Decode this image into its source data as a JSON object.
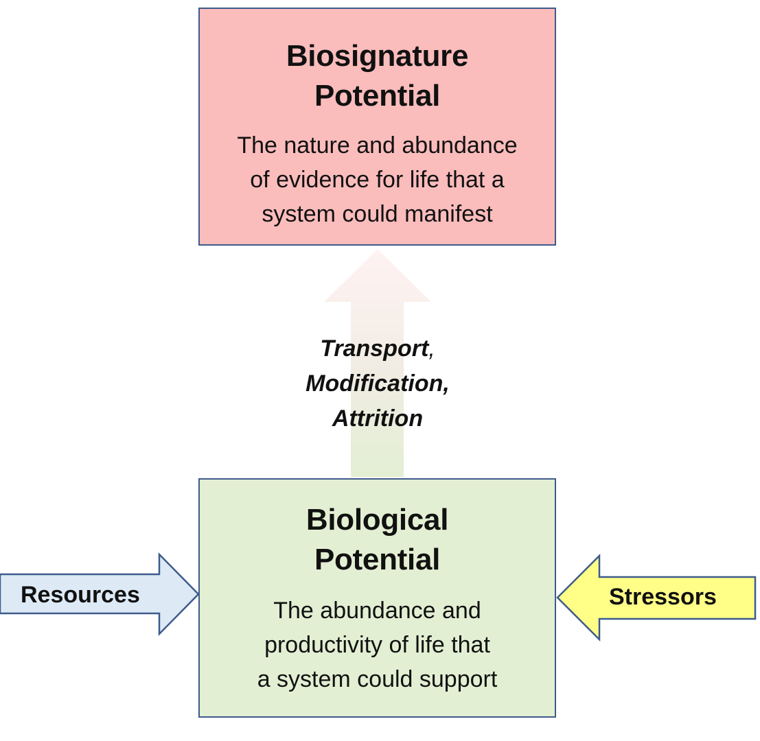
{
  "top_box": {
    "title_lines": [
      "Biosignature",
      "Potential"
    ],
    "description_lines": [
      "The nature and abundance",
      "of evidence for life that a",
      "system could manifest"
    ]
  },
  "bottom_box": {
    "title_lines": [
      "Biological",
      "Potential"
    ],
    "description_lines": [
      "The abundance and",
      "productivity of life that",
      "a system could support"
    ]
  },
  "process": {
    "line1": "Transport",
    "line1_suffix": ",",
    "line2": "Modification,",
    "line3": "Attrition"
  },
  "inputs": {
    "left_label": "Resources",
    "right_label": "Stressors"
  },
  "colors": {
    "top_box_fill": "#fbbcbc",
    "bottom_box_fill": "#e3efd3",
    "border": "#3d5a8c",
    "resources_fill": "#ddeaf6",
    "stressors_fill": "#ffff88"
  }
}
